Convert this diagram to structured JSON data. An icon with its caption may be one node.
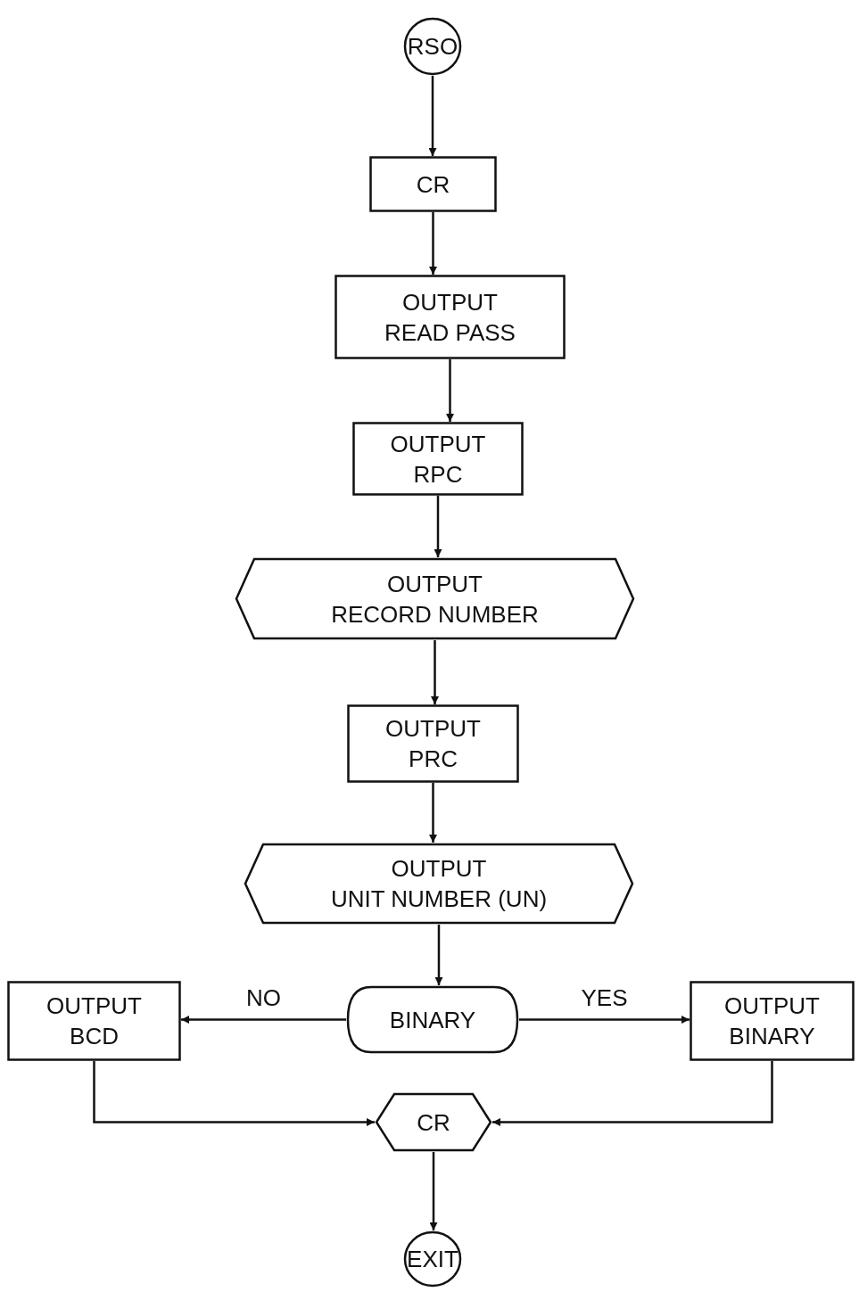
{
  "diagram": {
    "nodes": [
      {
        "text": [
          "RSO"
        ]
      },
      {
        "text": [
          "CR"
        ]
      },
      {
        "text": [
          "OUTPUT",
          "READ PASS"
        ]
      },
      {
        "text": [
          "OUTPUT",
          "RPC"
        ]
      },
      {
        "text": [
          "OUTPUT",
          "RECORD NUMBER"
        ]
      },
      {
        "text": [
          "OUTPUT",
          "PRC"
        ]
      },
      {
        "text": [
          "OUTPUT",
          "UNIT NUMBER (UN)"
        ]
      },
      {
        "text": [
          "BINARY"
        ]
      },
      {
        "text": [
          "OUTPUT",
          "BCD"
        ]
      },
      {
        "text": [
          "OUTPUT",
          "BINARY"
        ]
      },
      {
        "text": [
          "CR"
        ]
      },
      {
        "text": [
          "EXIT"
        ]
      }
    ],
    "edges": [
      {
        "from": 0,
        "to": 1,
        "arrow": "to"
      },
      {
        "from": 1,
        "to": 2,
        "arrow": "to"
      },
      {
        "from": 2,
        "to": 3,
        "arrow": "to"
      },
      {
        "from": 3,
        "to": 4,
        "arrow": "to"
      },
      {
        "from": 4,
        "to": 5,
        "arrow": "to"
      },
      {
        "from": 5,
        "to": 6,
        "arrow": "to"
      },
      {
        "from": 6,
        "to": 7,
        "arrow": "to"
      },
      {
        "from": 7,
        "to": 8,
        "arrow": "to",
        "label": "NO"
      },
      {
        "from": 7,
        "to": 9,
        "arrow": "to",
        "label": "YES"
      },
      {
        "from": 8,
        "to": 10,
        "arrow": "to"
      },
      {
        "from": 9,
        "to": 10,
        "arrow": "to"
      },
      {
        "from": 10,
        "to": 11,
        "arrow": "to"
      }
    ]
  }
}
